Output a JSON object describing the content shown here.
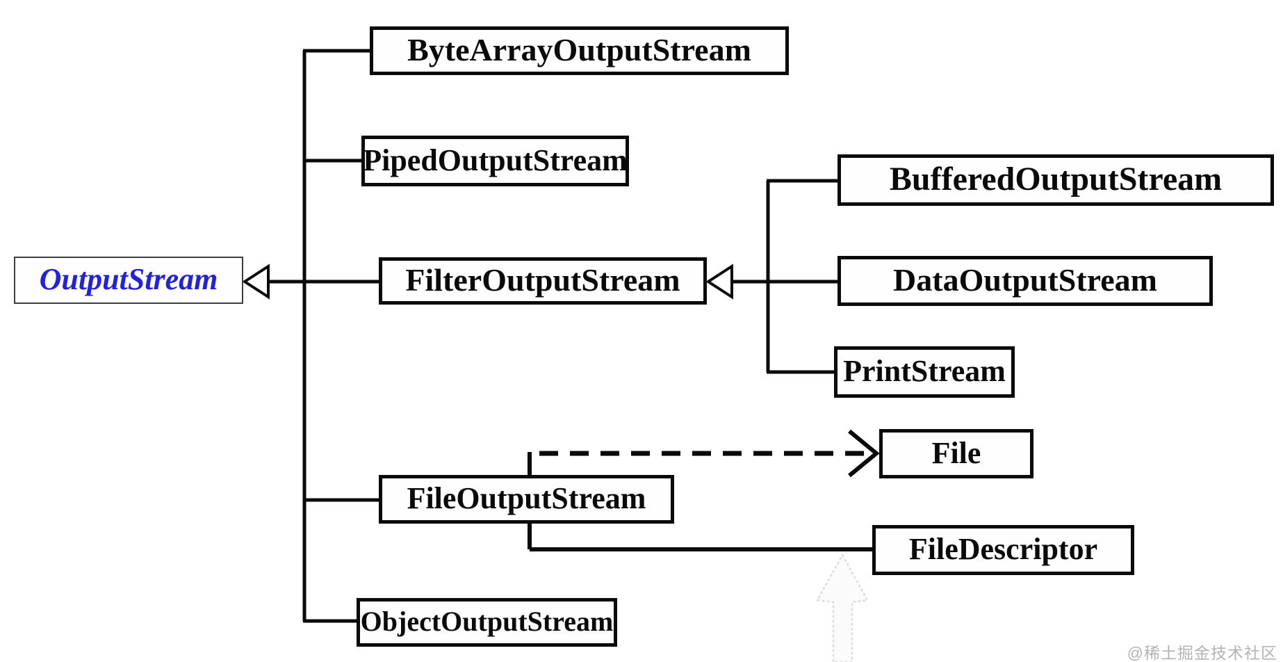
{
  "diagram": {
    "root": {
      "label": "OutputStream"
    },
    "children": [
      {
        "id": "bytearray",
        "label": "ByteArrayOutputStream"
      },
      {
        "id": "piped",
        "label": "PipedOutputStream"
      },
      {
        "id": "filter",
        "label": "FilterOutputStream"
      },
      {
        "id": "fileoutput",
        "label": "FileOutputStream"
      },
      {
        "id": "objectoutput",
        "label": "ObjectOutputStream"
      }
    ],
    "filter_children": [
      {
        "id": "buffered",
        "label": "BufferedOutputStream"
      },
      {
        "id": "data",
        "label": "DataOutputStream"
      },
      {
        "id": "print",
        "label": "PrintStream"
      }
    ],
    "associations": [
      {
        "id": "file",
        "label": "File",
        "type": "dashed-dependency-arrow"
      },
      {
        "id": "filedescriptor",
        "label": "FileDescriptor",
        "type": "solid-association"
      }
    ],
    "colors": {
      "root_text": "#2222dd",
      "node_text": "#0a0a0a",
      "line": "#0a0a0a",
      "node_border": "#0a0a0a",
      "root_border": "#3d3d3d",
      "watermark": "#b3b3b3",
      "ghost_arrow": "#dcdcdc"
    },
    "watermark": {
      "text": "@稀土掘金技术社区"
    }
  }
}
